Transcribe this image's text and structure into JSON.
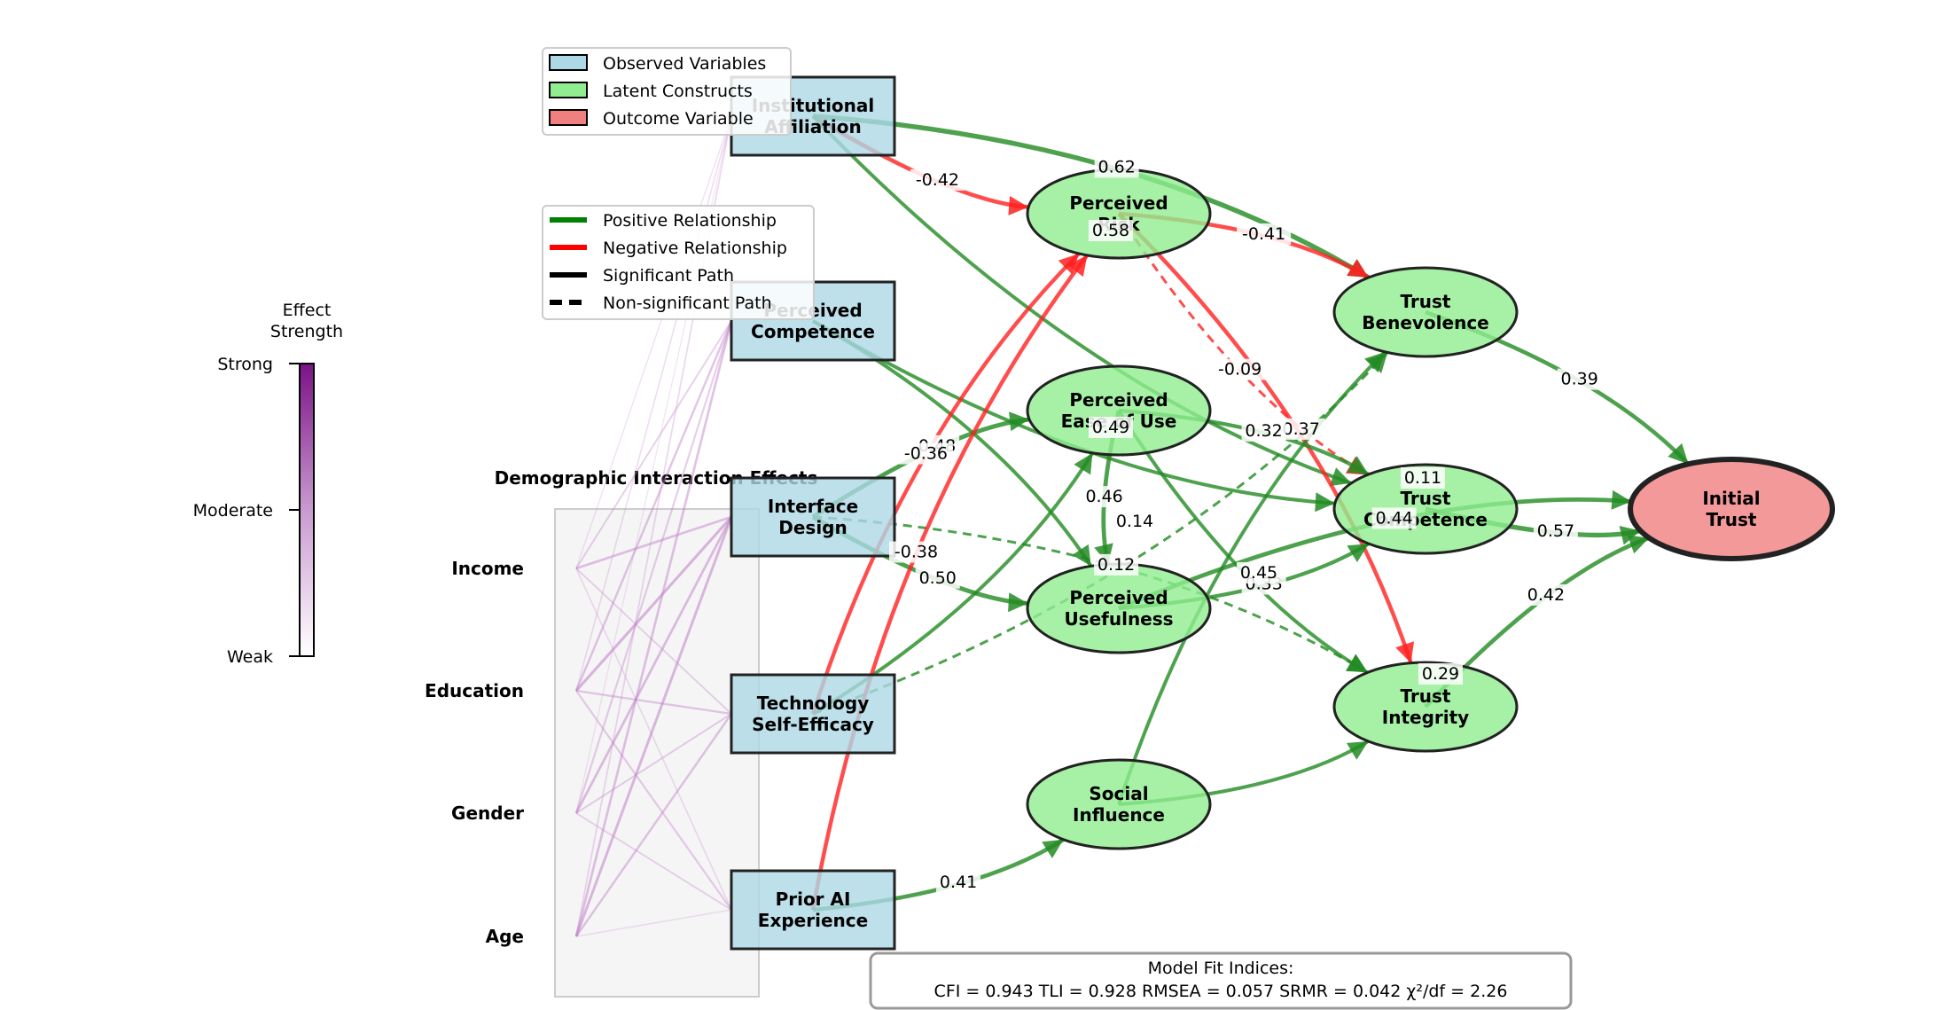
{
  "colors": {
    "observed": "#add8e6",
    "latent": "#90ee90",
    "outcome": "#f08080",
    "positive": "#228b22",
    "negative": "#ff2020",
    "demographic": "#c080c8"
  },
  "nodes": [
    {
      "id": "inst",
      "kind": "observed",
      "lines": [
        "Institutional",
        "Affiliation"
      ]
    },
    {
      "id": "comp",
      "kind": "observed",
      "lines": [
        "Perceived",
        "Competence"
      ]
    },
    {
      "id": "design",
      "kind": "observed",
      "lines": [
        "Interface",
        "Design"
      ]
    },
    {
      "id": "tse",
      "kind": "observed",
      "lines": [
        "Technology",
        "Self-Efficacy"
      ]
    },
    {
      "id": "prior",
      "kind": "observed",
      "lines": [
        "Prior AI",
        "Experience"
      ]
    },
    {
      "id": "risk",
      "kind": "latent",
      "lines": [
        "Perceived",
        "Risk"
      ]
    },
    {
      "id": "eou",
      "kind": "latent",
      "lines": [
        "Perceived",
        "Ease of Use"
      ]
    },
    {
      "id": "useful",
      "kind": "latent",
      "lines": [
        "Perceived",
        "Usefulness"
      ]
    },
    {
      "id": "social",
      "kind": "latent",
      "lines": [
        "Social",
        "Influence"
      ]
    },
    {
      "id": "benev",
      "kind": "latent",
      "lines": [
        "Trust",
        "Benevolence"
      ]
    },
    {
      "id": "tcomp",
      "kind": "latent",
      "lines": [
        "Trust",
        "Competence"
      ]
    },
    {
      "id": "integ",
      "kind": "latent",
      "lines": [
        "Trust",
        "Integrity"
      ]
    },
    {
      "id": "trust",
      "kind": "outcome",
      "lines": [
        "Initial",
        "Trust"
      ]
    }
  ],
  "edges": [
    {
      "from": "inst",
      "to": "risk",
      "value": -0.42,
      "significant": true
    },
    {
      "from": "inst",
      "to": "benev",
      "value": 0.62,
      "significant": true
    },
    {
      "from": "inst",
      "to": "tcomp",
      "value": null,
      "significant": true
    },
    {
      "from": "comp",
      "to": "useful",
      "value": null,
      "significant": true
    },
    {
      "from": "comp",
      "to": "tcomp",
      "value": null,
      "significant": true
    },
    {
      "from": "design",
      "to": "eou",
      "value": 0.48,
      "significant": true
    },
    {
      "from": "design",
      "to": "useful",
      "value": 0.5,
      "significant": true
    },
    {
      "from": "design",
      "to": "integ",
      "value": 0.12,
      "significant": false
    },
    {
      "from": "tse",
      "to": "eou",
      "value": null,
      "significant": true
    },
    {
      "from": "tse",
      "to": "risk",
      "value": -0.36,
      "significant": true
    },
    {
      "from": "tse",
      "to": "benev",
      "value": null,
      "significant": false
    },
    {
      "from": "prior",
      "to": "risk",
      "value": -0.38,
      "significant": true
    },
    {
      "from": "prior",
      "to": "social",
      "value": 0.41,
      "significant": true
    },
    {
      "from": "risk",
      "to": "benev",
      "value": -0.41,
      "significant": true
    },
    {
      "from": "risk",
      "to": "tcomp",
      "value": -0.09,
      "significant": false
    },
    {
      "from": "risk",
      "to": "integ",
      "value": -0.37,
      "significant": true
    },
    {
      "from": "eou",
      "to": "useful",
      "value": 0.46,
      "significant": true
    },
    {
      "from": "eou",
      "to": "tcomp",
      "value": 0.32,
      "significant": true
    },
    {
      "from": "eou",
      "to": "integ",
      "value": null,
      "significant": true
    },
    {
      "from": "useful",
      "to": "trust",
      "value": 0.44,
      "significant": true
    },
    {
      "from": "useful",
      "to": "tcomp",
      "value": 0.33,
      "significant": true
    },
    {
      "from": "social",
      "to": "benev",
      "value": null,
      "significant": true
    },
    {
      "from": "social",
      "to": "integ",
      "value": null,
      "significant": true
    },
    {
      "from": "benev",
      "to": "trust",
      "value": 0.39,
      "significant": true
    },
    {
      "from": "tcomp",
      "to": "trust",
      "value": 0.57,
      "significant": true
    },
    {
      "from": "integ",
      "to": "trust",
      "value": 0.42,
      "significant": true
    }
  ],
  "floating_labels": [
    "0.58",
    "0.49",
    "0.14",
    "0.45",
    "0.11",
    "0.29"
  ],
  "legend_nodes": [
    "Observed Variables",
    "Latent Constructs",
    "Outcome Variable"
  ],
  "legend_paths": [
    "Positive Relationship",
    "Negative Relationship",
    "Significant Path",
    "Non-significant Path"
  ],
  "demographics": {
    "title": "Demographic Interaction Effects",
    "labels": [
      "Income",
      "Education",
      "Gender",
      "Age"
    ]
  },
  "colorbar": {
    "title_lines": [
      "Effect",
      "Strength"
    ],
    "ticks": [
      "Strong",
      "Moderate",
      "Weak"
    ]
  },
  "model_fit": {
    "title": "Model Fit Indices:",
    "text": "CFI = 0.943   TLI = 0.928   RMSEA = 0.057   SRMR = 0.042   χ²/df = 2.26"
  }
}
